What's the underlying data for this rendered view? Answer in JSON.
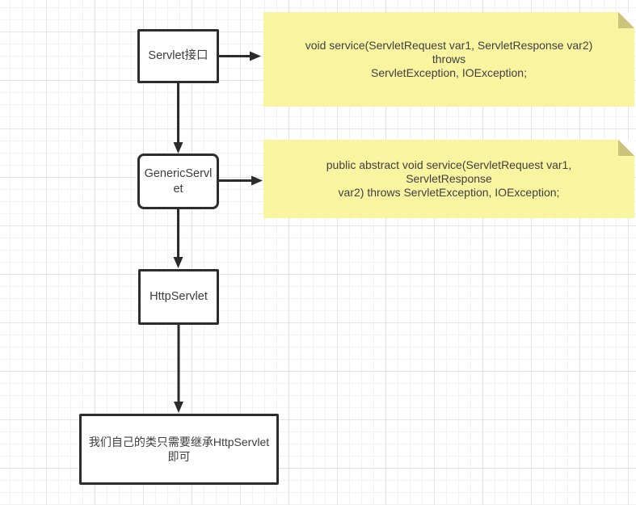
{
  "colors": {
    "note_fill": "#f9f4a0",
    "note_fold": "#cbc47a",
    "box_border": "#2d2d2d",
    "arrow": "#2b2b2b",
    "text": "#3d3d3d",
    "grid_minor": "#f2f2f2",
    "grid_major": "#e4e4e4",
    "canvas_bg": "#ffffff"
  },
  "nodes": {
    "servlet_interface": {
      "label": "Servlet接口"
    },
    "generic_servlet": {
      "lines": [
        "GenericServl",
        "et"
      ]
    },
    "http_servlet": {
      "label": "HttpServlet"
    },
    "custom_class": {
      "lines": [
        "我们自己的类只需要继承HttpServlet",
        "即可"
      ]
    }
  },
  "notes": {
    "service_method": {
      "lines": [
        "void service(ServletRequest var1, ServletResponse var2) throws",
        "ServletException, IOException;"
      ]
    },
    "abstract_service_method": {
      "lines": [
        "public abstract void service(ServletRequest var1, ServletResponse",
        "var2) throws ServletException, IOException;"
      ]
    }
  }
}
